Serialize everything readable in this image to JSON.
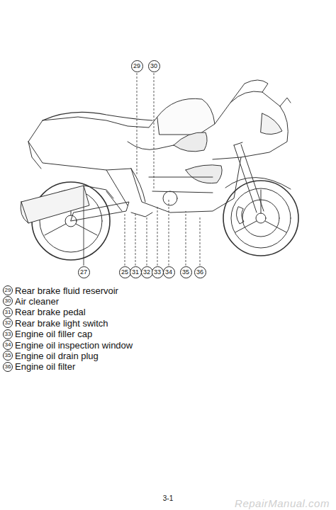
{
  "diagram": {
    "labels": [
      "29",
      "30",
      "27",
      "25",
      "31",
      "32",
      "33",
      "34",
      "35",
      "36",
      "29",
      "Rear brake fluid reservoir",
      "30",
      "Air cleaner",
      "31",
      "Rear brake pedal",
      "32",
      "Rear brake light switch",
      "33",
      "Engine oil filler cap",
      "34",
      "Engine oil inspection window",
      "35",
      "Engine oil drain plug",
      "36",
      "Engine oil filter",
      "3-1",
      "RepairManual.com"
    ]
  }
}
